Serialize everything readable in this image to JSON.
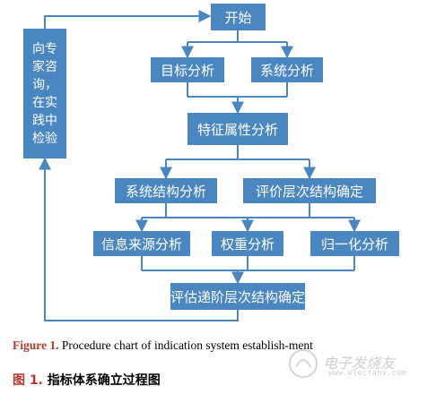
{
  "nodes": {
    "start": "开始",
    "goal_analysis": "目标分析",
    "system_analysis": "系统分析",
    "feature_analysis": "特征属性分析",
    "system_structure": "系统结构分析",
    "eval_hierarchy": "评价层次结构确定",
    "info_source": "信息来源分析",
    "weight_analysis": "权重分析",
    "normalization": "归一化分析",
    "recursive_hierarchy": "评估递阶层次结构确定",
    "feedback": "向专\n家咨\n询，\n在实\n践中\n检验"
  },
  "caption": {
    "en_label": "Figure 1.",
    "en_text": " Procedure chart of indication system establish-ment",
    "zh_label": "图 1.",
    "zh_text": " 指标体系确立过程图"
  },
  "watermark": {
    "brand": "电子发烧友",
    "url": "www.elecfans.com"
  },
  "colors": {
    "box": "#4a86c0",
    "arrow": "#4a86c0",
    "caption_label": "#b33a2a"
  }
}
